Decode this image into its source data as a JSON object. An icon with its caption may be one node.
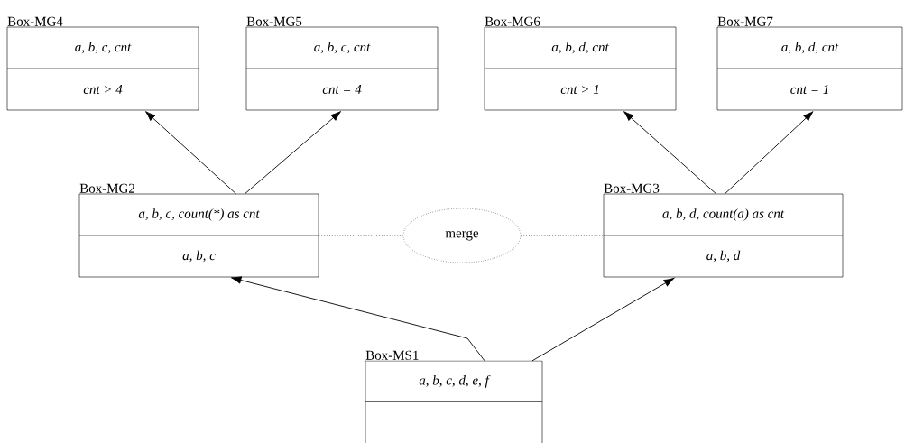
{
  "diagram": {
    "nodes": [
      {
        "text": [
          "Box-MG4",
          "a, b, c, cnt",
          "cnt > 4"
        ]
      },
      {
        "text": [
          "Box-MG5",
          "a, b, c, cnt",
          "cnt = 4"
        ]
      },
      {
        "text": [
          "Box-MG6",
          "a, b, d, cnt",
          "cnt > 1"
        ]
      },
      {
        "text": [
          "Box-MG7",
          "a, b, d, cnt",
          "cnt = 1"
        ]
      },
      {
        "text": [
          "Box-MG2",
          "a, b, c, count(*) as cnt",
          "a, b, c"
        ]
      },
      {
        "text": [
          "merge"
        ]
      },
      {
        "text": [
          "Box-MG3",
          "a, b, d, count(a) as cnt",
          "a, b, d"
        ]
      },
      {
        "text": [
          "Box-MS1",
          "a, b, c, d, e, f"
        ]
      }
    ],
    "edges": [
      {
        "from": 4,
        "to": 0,
        "arrow": "to"
      },
      {
        "from": 4,
        "to": 1,
        "arrow": "to"
      },
      {
        "from": 6,
        "to": 2,
        "arrow": "to"
      },
      {
        "from": 6,
        "to": 3,
        "arrow": "to"
      },
      {
        "from": 4,
        "to": 5,
        "arrow": "none",
        "style": "dashed"
      },
      {
        "from": 5,
        "to": 6,
        "arrow": "none",
        "style": "dashed"
      },
      {
        "from": 7,
        "to": 4,
        "arrow": "to"
      },
      {
        "from": 7,
        "to": 6,
        "arrow": "to"
      }
    ]
  }
}
